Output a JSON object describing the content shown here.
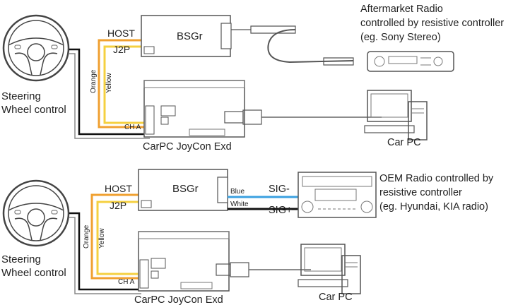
{
  "top": {
    "steering_label_1": "Steering",
    "steering_label_2": "Wheel control",
    "host": "HOST",
    "j2p": "J2P",
    "bsgr": "BSGr",
    "orange": "Orange",
    "yellow": "Yellow",
    "ch_a": "CH A",
    "joycon": "CarPC JoyCon Exd",
    "radio_line1": "Aftermarket Radio",
    "radio_line2": "controlled by resistive controller",
    "radio_line3": "(eg. Sony Stereo)",
    "car_pc": "Car PC"
  },
  "bottom": {
    "steering_label_1": "Steering",
    "steering_label_2": "Wheel control",
    "host": "HOST",
    "j2p": "J2P",
    "bsgr": "BSGr",
    "blue": "Blue",
    "white": "White",
    "sig_minus": "SIG-",
    "sig_plus": "SIG+",
    "orange": "Orange",
    "yellow": "Yellow",
    "ch_a": "CH A",
    "joycon": "CarPC JoyCon Exd",
    "radio_line1": "OEM Radio controlled by",
    "radio_line2": "resistive controller",
    "radio_line3": "(eg. Hyundai, KIA radio)",
    "car_pc": "Car PC"
  },
  "colors": {
    "orange_wire": "#f0a030",
    "yellow_wire": "#f5d040",
    "blue_wire": "#3aa0e0",
    "black_wire": "#111111",
    "outline": "#555555"
  }
}
